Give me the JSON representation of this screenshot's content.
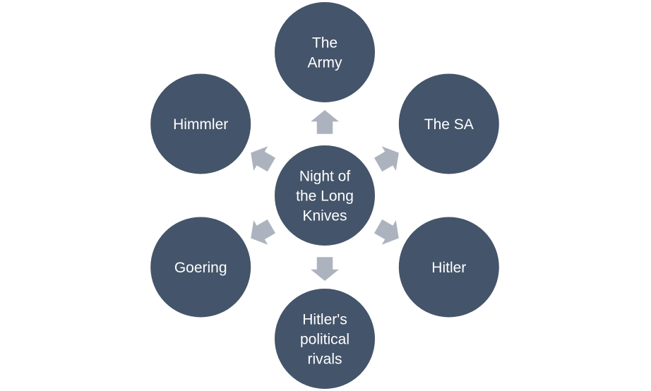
{
  "colors": {
    "node_fill": "#44546A",
    "arrow_fill": "#ADB3BE",
    "text": "#FFFFFF"
  },
  "center": {
    "lines": [
      "Night of",
      "the Long",
      "Knives"
    ]
  },
  "nodes": [
    {
      "id": "the-army",
      "direction": "up",
      "lines": [
        "The",
        "Army"
      ]
    },
    {
      "id": "the-sa",
      "direction": "upper-right",
      "lines": [
        "The SA"
      ]
    },
    {
      "id": "hitler",
      "direction": "lower-right",
      "lines": [
        "Hitler"
      ]
    },
    {
      "id": "hitlers-political-rivals",
      "direction": "down",
      "lines": [
        "Hitler's",
        "political",
        "rivals"
      ]
    },
    {
      "id": "goering",
      "direction": "lower-left",
      "lines": [
        "Goering"
      ]
    },
    {
      "id": "himmler",
      "direction": "upper-left",
      "lines": [
        "Himmler"
      ]
    }
  ]
}
